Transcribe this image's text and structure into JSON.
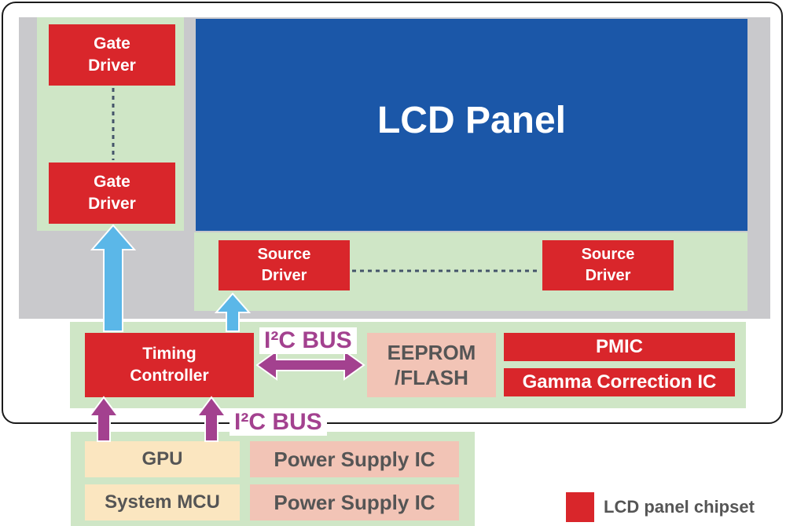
{
  "colors": {
    "chipset_red": "#d9262b",
    "panel_blue": "#1b57a8",
    "bezel_gray": "#c9c9cc",
    "board_green": "#cfe6c6",
    "peach": "#f2c4b6",
    "yellow": "#fbe6c0",
    "bus_purple": "#a3418f",
    "data_blue": "#5bb7e8"
  },
  "panel": {
    "label": "LCD Panel"
  },
  "gate_drivers": [
    {
      "label": "Gate\nDriver"
    },
    {
      "label": "Gate\nDriver"
    }
  ],
  "source_drivers": [
    {
      "label": "Source\nDriver"
    },
    {
      "label": "Source\nDriver"
    }
  ],
  "timing_controller": {
    "label": "Timing\nController"
  },
  "eeprom": {
    "label": "EEPROM\n/FLASH"
  },
  "pmic": {
    "label": "PMIC"
  },
  "gamma": {
    "label": "Gamma Correction IC"
  },
  "bus_labels": {
    "top": "I²C BUS",
    "bottom": "I²C BUS"
  },
  "host": {
    "gpu": "GPU",
    "mcu": "System MCU",
    "power_supply_1": "Power Supply IC",
    "power_supply_2": "Power Supply IC"
  },
  "legend": {
    "label": "LCD panel chipset"
  }
}
